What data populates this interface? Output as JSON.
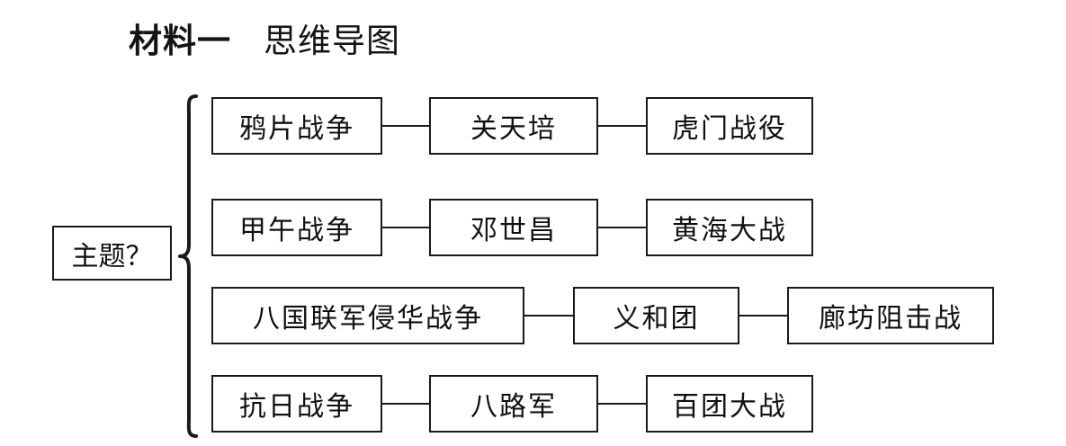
{
  "title": {
    "main": "材料一",
    "sub": "思维导图"
  },
  "root": {
    "label": "主题？"
  },
  "brace": {
    "icon": "left-curly-brace"
  },
  "rows": [
    {
      "id": "row-1",
      "cause": "鸦片战争",
      "figure": "关天培",
      "battle": "虎门战役"
    },
    {
      "id": "row-2",
      "cause": "甲午战争",
      "figure": "邓世昌",
      "battle": "黄海大战"
    },
    {
      "id": "row-3",
      "cause": "八国联军侵华战争",
      "figure": "义和团",
      "battle": "廊坊阻击战"
    },
    {
      "id": "row-4",
      "cause": "抗日战争",
      "figure": "八路军",
      "battle": "百团大战"
    }
  ],
  "colors": {
    "background": "#ffffff",
    "ink": "#101010",
    "border": "#1a1a1a"
  }
}
